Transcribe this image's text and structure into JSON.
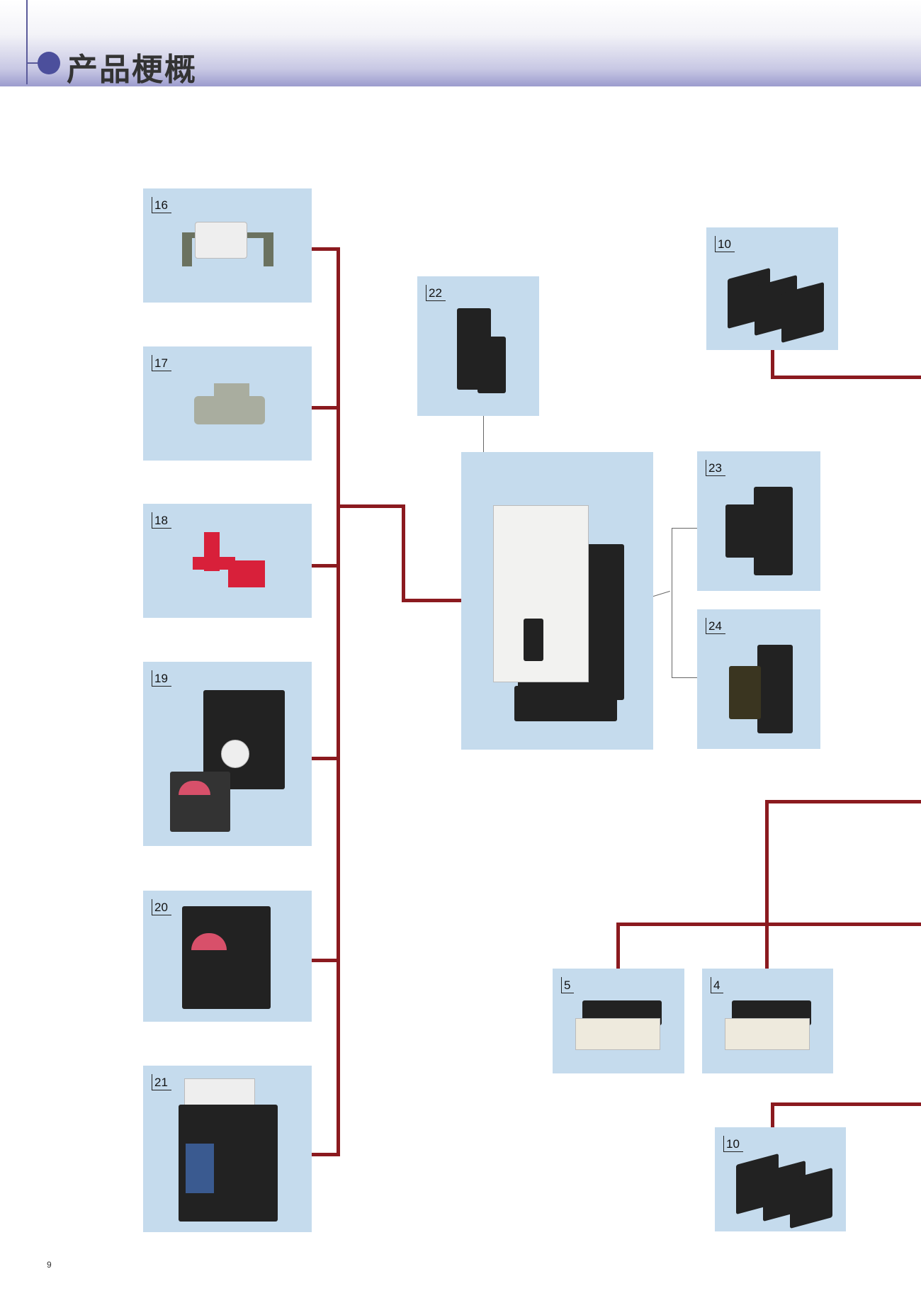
{
  "header": {
    "title": "产品梗概"
  },
  "page_number": "9",
  "items": {
    "i16": {
      "label": "16",
      "icon": "padlock-attachment-icon"
    },
    "i17": {
      "label": "17",
      "icon": "lock-plate-icon"
    },
    "i18": {
      "label": "18",
      "icon": "red-lock-device-icon"
    },
    "i19": {
      "label": "19",
      "icon": "extended-rotary-handle-icon"
    },
    "i20": {
      "label": "20",
      "icon": "rotary-handle-icon"
    },
    "i21": {
      "label": "21",
      "icon": "motor-operator-icon"
    },
    "i22": {
      "label": "22",
      "icon": "auxiliary-switch-icon"
    },
    "i10a": {
      "label": "10",
      "icon": "phase-barrier-icon"
    },
    "i23": {
      "label": "23",
      "icon": "shunt-release-icon"
    },
    "i24": {
      "label": "24",
      "icon": "undervoltage-release-icon"
    },
    "i5": {
      "label": "5",
      "icon": "terminal-block-icon"
    },
    "i4": {
      "label": "4",
      "icon": "terminal-block-icon"
    },
    "i10b": {
      "label": "10",
      "icon": "phase-barrier-icon"
    },
    "main": {
      "icon": "circuit-breaker-icon"
    }
  }
}
